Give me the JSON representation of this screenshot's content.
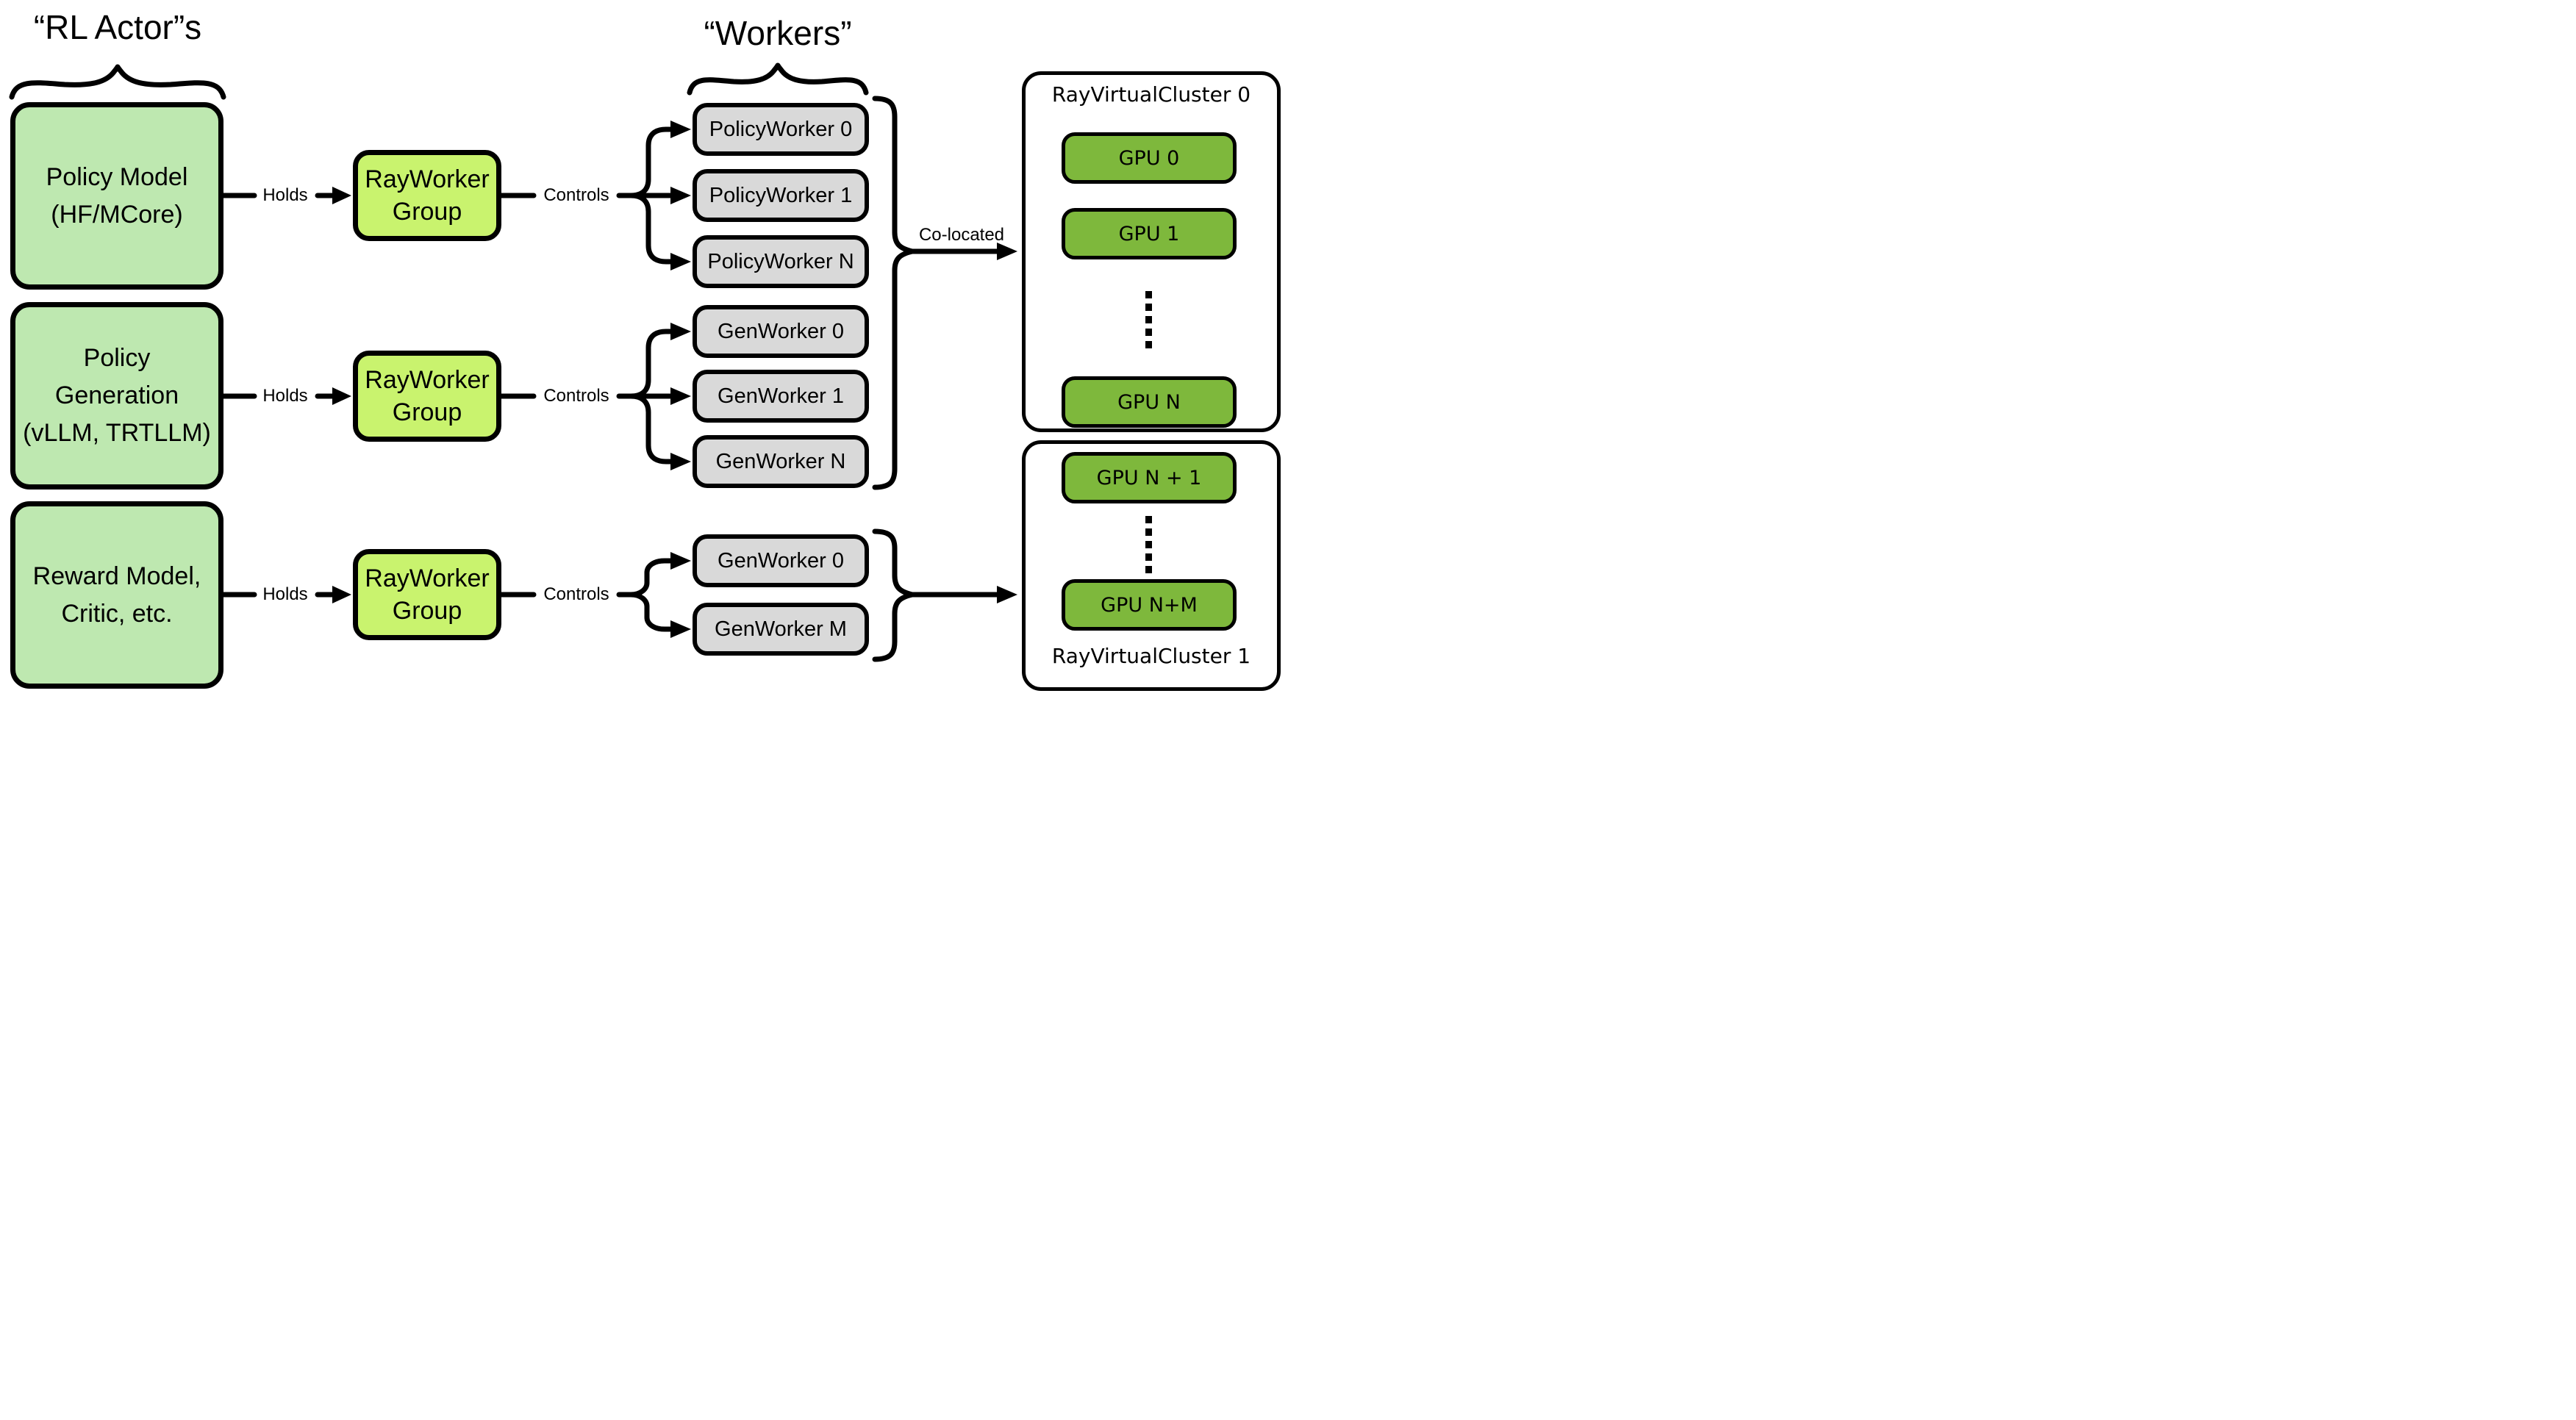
{
  "titles": {
    "rl_actors": "“RL Actor”s",
    "workers": "“Workers”"
  },
  "actors": [
    {
      "label": "Policy Model\n(HF/MCore)"
    },
    {
      "label": "Policy\nGeneration\n(vLLM, TRTLLM)"
    },
    {
      "label": "Reward Model,\nCritic, etc."
    }
  ],
  "ray_worker_groups": [
    {
      "label": "RayWorker\nGroup"
    },
    {
      "label": "RayWorker\nGroup"
    },
    {
      "label": "RayWorker\nGroup"
    }
  ],
  "edges": {
    "holds_label": "Holds",
    "controls_label": "Controls",
    "colocated_label": "Co-located"
  },
  "workers": {
    "policy_group": [
      "PolicyWorker 0",
      "PolicyWorker 1",
      "PolicyWorker N"
    ],
    "gen_group": [
      "GenWorker 0",
      "GenWorker 1",
      "GenWorker N"
    ],
    "gen_group_2": [
      "GenWorker 0",
      "GenWorker M"
    ]
  },
  "clusters": [
    {
      "title": "RayVirtualCluster 0",
      "gpus": [
        "GPU 0",
        "GPU 1",
        "GPU N"
      ],
      "ellipsis": "⋮"
    },
    {
      "title": "RayVirtualCluster 1",
      "gpus": [
        "GPU N + 1",
        "GPU N+M"
      ],
      "ellipsis": "⋮"
    }
  ],
  "colors": {
    "actor_fill": "#bee8b0",
    "group_fill": "#c9f36e",
    "worker_fill": "#d9d9d9",
    "gpu_fill": "#7eb83c",
    "cluster_fill": "#ffffff",
    "stroke": "#000000",
    "text": "#000000",
    "background": "#ffffff"
  }
}
